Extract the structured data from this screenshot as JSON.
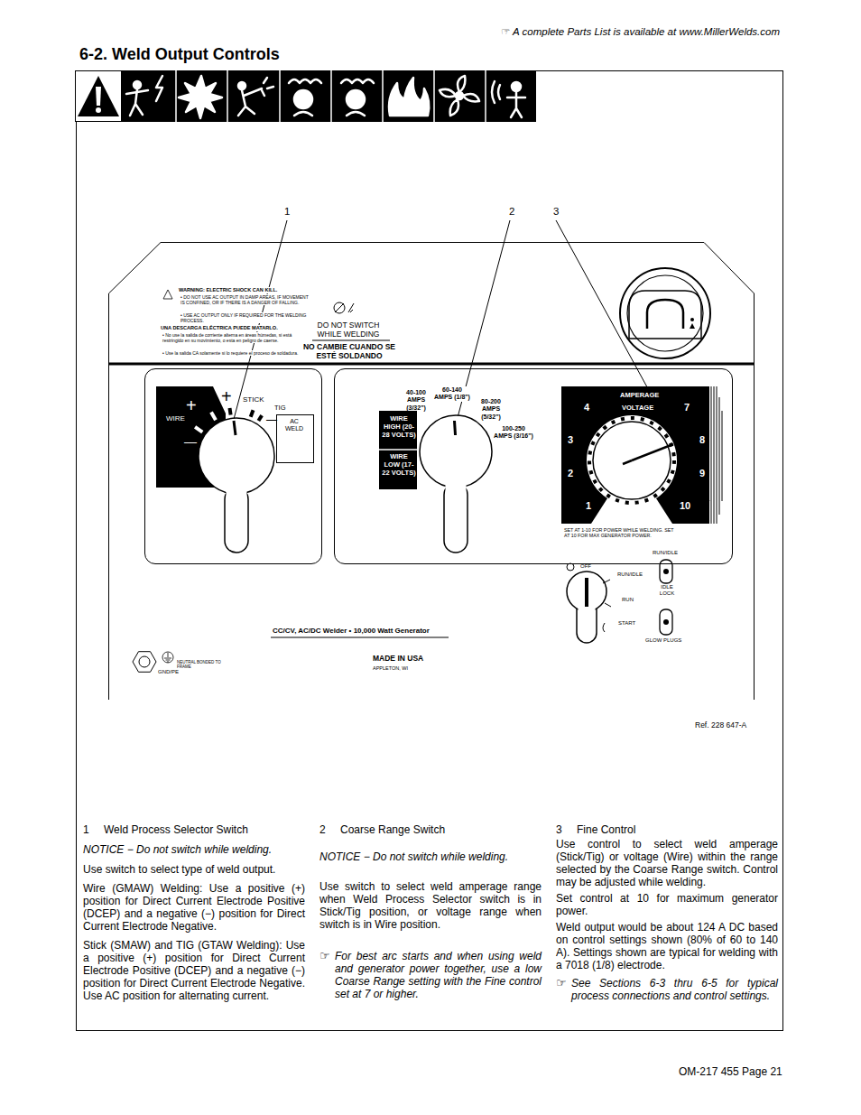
{
  "diagram": {
    "title": "6-2. Weld Output Controls",
    "nodes": [
      {
        "text": [
          "WARNING: ELECTRIC SHOCK CAN KILL.",
          "• DO NOT USE AC OUTPUT IN DAMP AREAS, IF MOVEMENT IS CONFINED, OR IF THERE IS A DANGER OF FALLING.",
          "• USE AC OUTPUT ONLY IF REQUIRED FOR THE WELDING PROCESS.",
          "UNA DESCARGA ELÉCTRICA PUEDE MATARLO.",
          "• No use la salida de corriente alterna en áreas húmedas, si está restringido en su movimiento, o esta en peligro de caerse.",
          "• Use la salida CA solamente si lo requiere el proceso de soldadura.",
          "DO NOT SWITCH WHILE WELDING",
          "NO CAMBIE CUANDO SE ESTÉ SOLDANDO",
          "OFF",
          "RUN/IDLE",
          "RUN",
          "START",
          "RUN/IDLE",
          "IDLE LOCK",
          "GLOW PLUGS",
          "CC/CV, AC/DC Welder • 10,000 Watt Generator",
          "MADE IN USA",
          "APPLETON, WI",
          "GND/PE",
          "NEUTRAL BONDED TO FRAME"
        ]
      },
      {
        "text": [
          "WIRE",
          "+",
          "—",
          "+",
          "STICK",
          "TIG",
          "—"
        ],
        "in": 0
      },
      {
        "text": [
          "AC WELD"
        ],
        "in": 1
      },
      {
        "text": [
          "40-100 AMPS (3/32\")",
          "60-140 AMPS (1/8\")",
          "80-200 AMPS (5/32\")",
          "100-250 AMPS (3/16\")",
          "WIRE HIGH (20-28 VOLTS)",
          "WIRE LOW (17-22 VOLTS)",
          "SET AT 1-10 FOR POWER WHILE WELDING. SET AT 10 FOR MAX GENERATOR POWER."
        ],
        "in": 0
      },
      {
        "text": [
          "AMPERAGE",
          "VOLTAGE",
          "4",
          "3",
          "2",
          "1",
          "7",
          "8",
          "9",
          "10"
        ],
        "in": 3
      }
    ],
    "labels": [
      "☞ A complete Parts List is available at www.MillerWelds.com",
      "1",
      "2",
      "3",
      "Ref. 228 647-A",
      "1",
      "Weld Process Selector Switch",
      "NOTICE − Do not switch while welding.",
      "Use switch to select type of weld output.",
      "Wire (GMAW) Welding: Use a positive (+) position for Direct Current Electrode Positive (DCEP) and a negative (−) position for Direct Current Electrode Negative.",
      "Stick (SMAW) and TIG (GTAW Welding): Use a positive (+) position for Direct Current Electrode Positive (DCEP) and a negative (−) position for Direct Current Electrode Negative. Use AC position for alternating current.",
      "2",
      "Coarse Range Switch",
      "NOTICE − Do not switch while welding.",
      "Use switch to select weld amperage range when Weld Process Selector switch is in Stick/Tig position, or voltage range when switch is in Wire position.",
      "☞",
      "For best arc starts and when using weld and generator power together, use a low Coarse Range setting with the Fine control set at 7 or higher.",
      "3",
      "Fine Control",
      "Use control to select weld amperage (Stick/Tig) or voltage (Wire) within the range selected by the Coarse Range switch. Control may be adjusted while welding.",
      "Set control at 10 for maximum generator power.",
      "Weld output would be about 124 A DC based on control settings shown (80% of 60 to 140 A). Settings shown are typical for welding with a 7018 (1/8) electrode.",
      "☞",
      "See Sections 6-3 thru 6-5 for typical process connections and control settings.",
      "OM-217 455 Page 21"
    ]
  }
}
